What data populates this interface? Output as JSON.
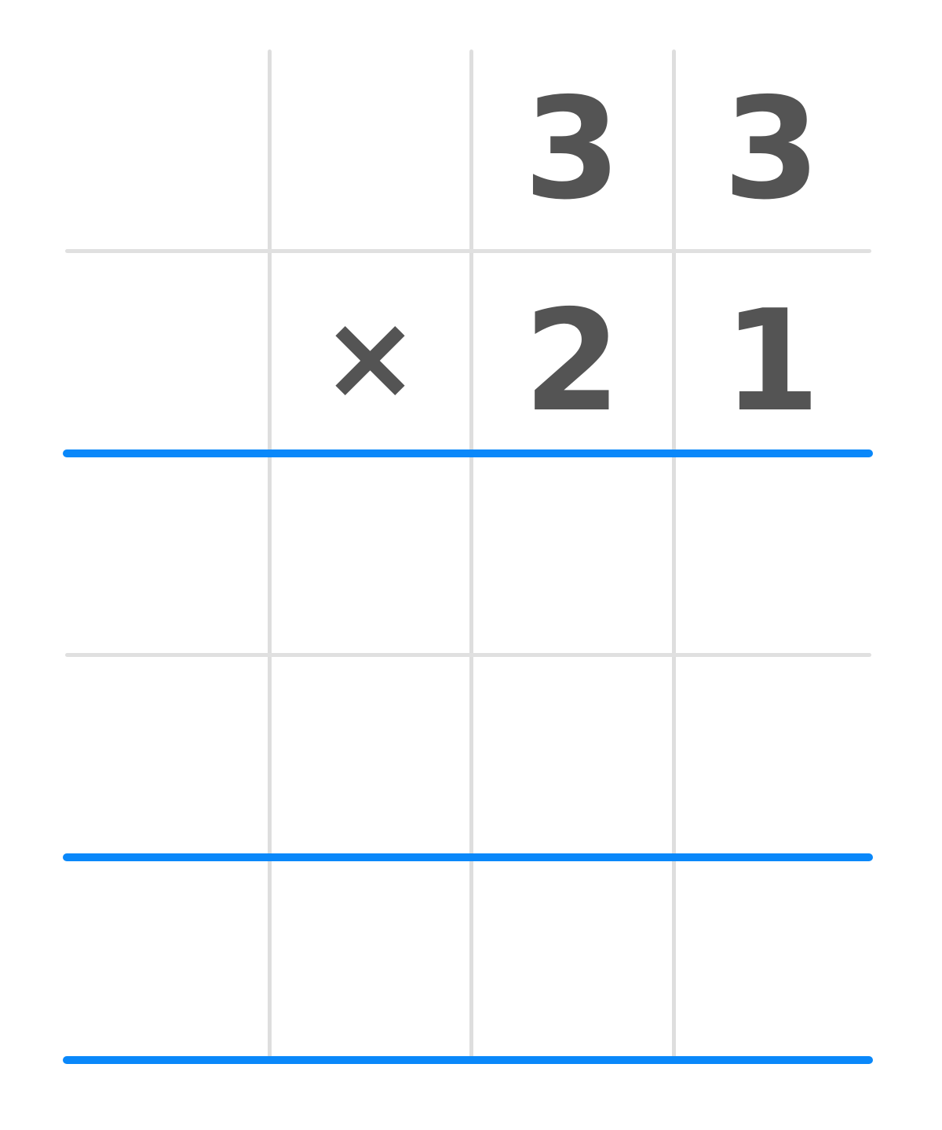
{
  "problem": {
    "operation": "multiplication",
    "top_number": {
      "digits": [
        "",
        "",
        "3",
        "3"
      ]
    },
    "bottom_number": {
      "operator": "×",
      "digits": [
        "",
        "",
        "2",
        "1"
      ]
    },
    "partial_product_1": {
      "digits": [
        "",
        "",
        "",
        ""
      ]
    },
    "partial_product_2": {
      "digits": [
        "",
        "",
        "",
        ""
      ]
    },
    "result": {
      "digits": [
        "",
        "",
        "",
        ""
      ]
    }
  },
  "grid": {
    "columns": 4,
    "rows": 5,
    "grid_line_color": "#dedede",
    "separator_line_color": "#0a88fa",
    "digit_color": "#545454"
  }
}
